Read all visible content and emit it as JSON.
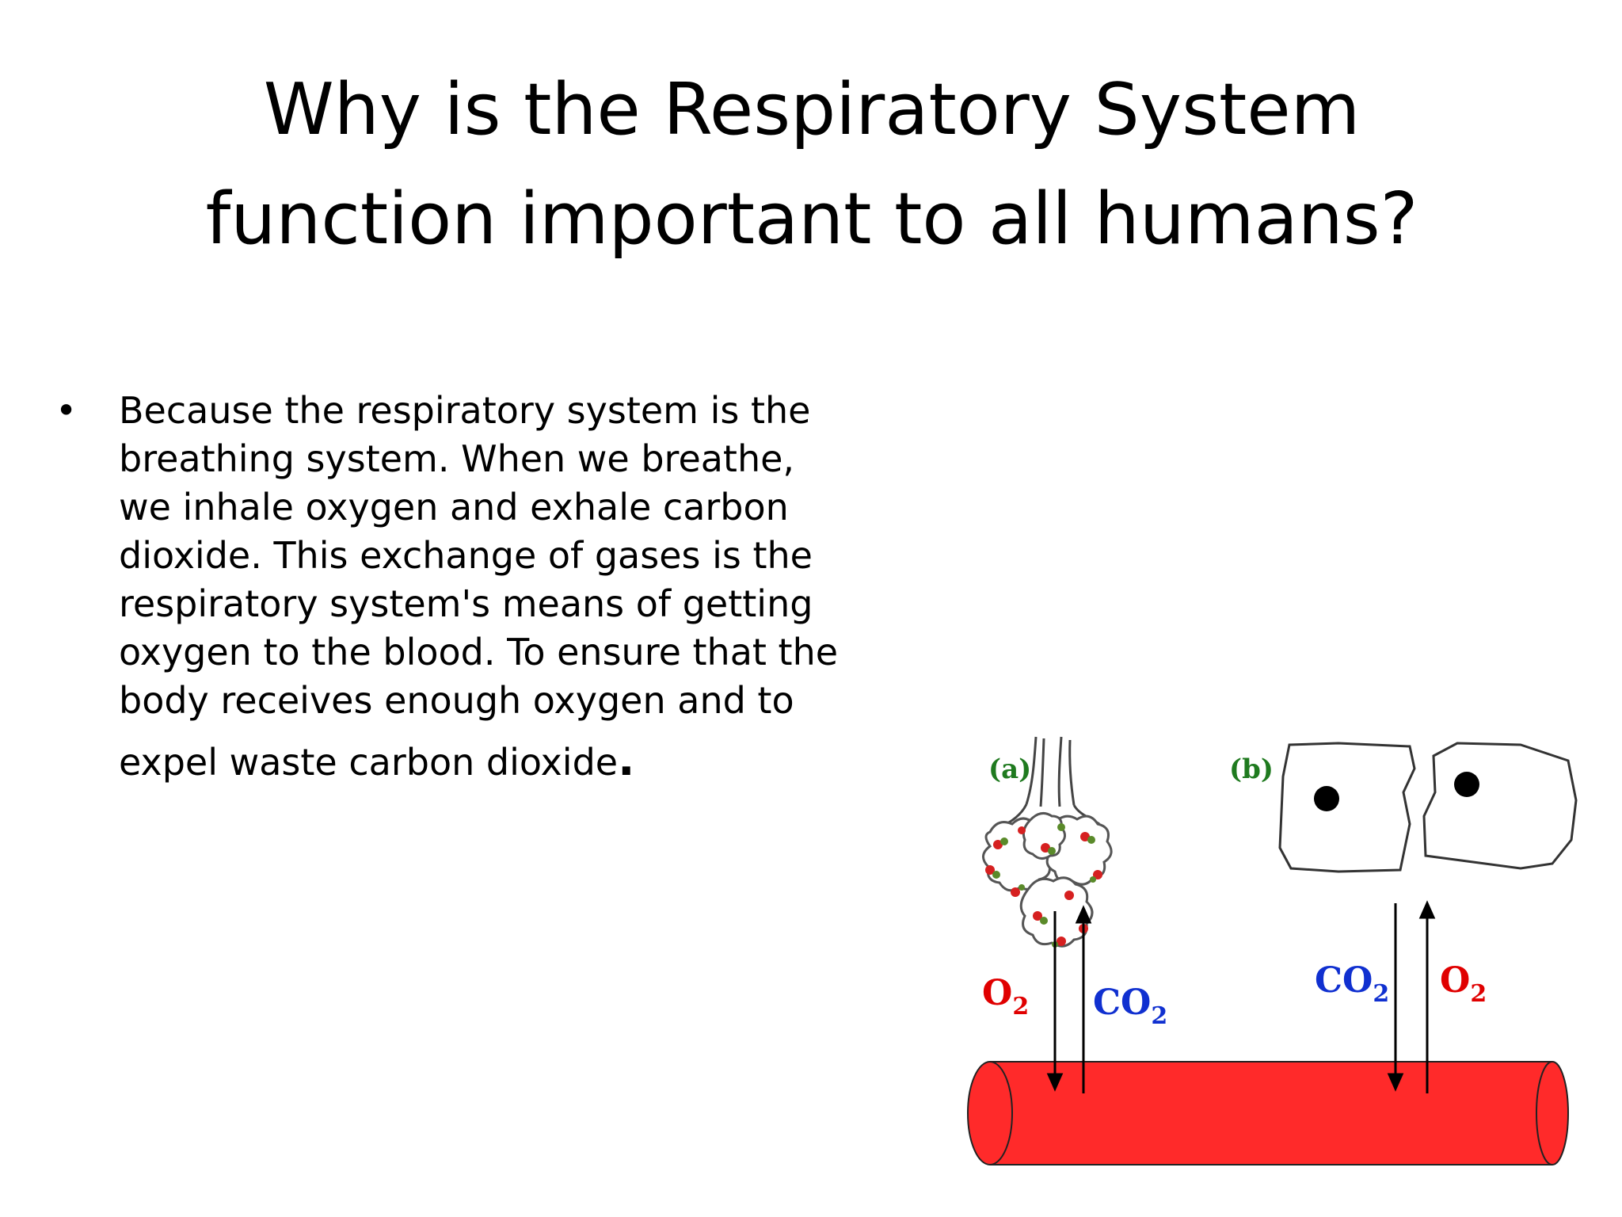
{
  "slide": {
    "title_lines": [
      "Why is the Respiratory System",
      "function important to all humans?"
    ],
    "bullet": {
      "glyph": "•",
      "lines": [
        "Because the respiratory system is the",
        "breathing system. When we breathe,",
        "we inhale oxygen and exhale carbon",
        "dioxide. This exchange of gases is the",
        "respiratory system's means of getting",
        "oxygen to the blood. To ensure that the",
        "body receives enough oxygen and to",
        "expel waste carbon dioxide"
      ],
      "final_punctuation": "."
    }
  },
  "diagram": {
    "panel_a_label": "(a)",
    "panel_b_label": "(b)",
    "a_left_gas": "O",
    "a_left_sub": "2",
    "a_right_gas": "CO",
    "a_right_sub": "2",
    "b_left_gas": "CO",
    "b_left_sub": "2",
    "b_right_gas": "O",
    "b_right_sub": "2",
    "colors": {
      "o2": "#e00000",
      "co2": "#1030d0",
      "label": "#1f7a1f",
      "vessel": "#ff2a2a"
    }
  }
}
